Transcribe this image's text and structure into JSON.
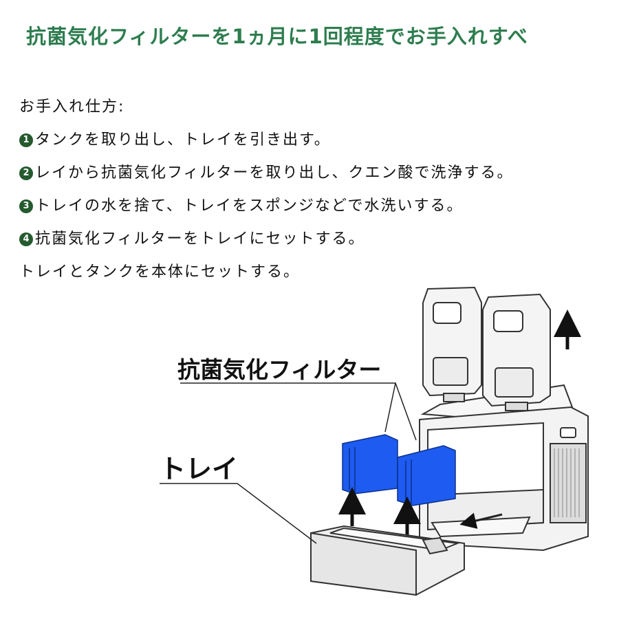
{
  "title": "抗菌気化フィルターを1ヵ月に1回程度でお手入れすべ",
  "method_heading": "お手入れ仕方:",
  "steps": [
    {
      "num": "1",
      "text": "タンクを取り出し、トレイを引き出す。"
    },
    {
      "num": "2",
      "text": "レイから抗菌気化フィルターを取り出し、クエン酸で洗浄する。"
    },
    {
      "num": "3",
      "text": "トレイの水を捨て、トレイをスポンジなどで水洗いする。"
    },
    {
      "num": "4",
      "text": "抗菌気化フィルターをトレイにセットする。"
    }
  ],
  "final_step": "トレイとタンクを本体にセットする。",
  "diagram": {
    "filter_label": "抗菌気化フィルター",
    "tray_label": "トレイ",
    "colors": {
      "filter": "#1e5bf0",
      "title": "#2e7d4f",
      "bullet": "#245a2e"
    }
  }
}
